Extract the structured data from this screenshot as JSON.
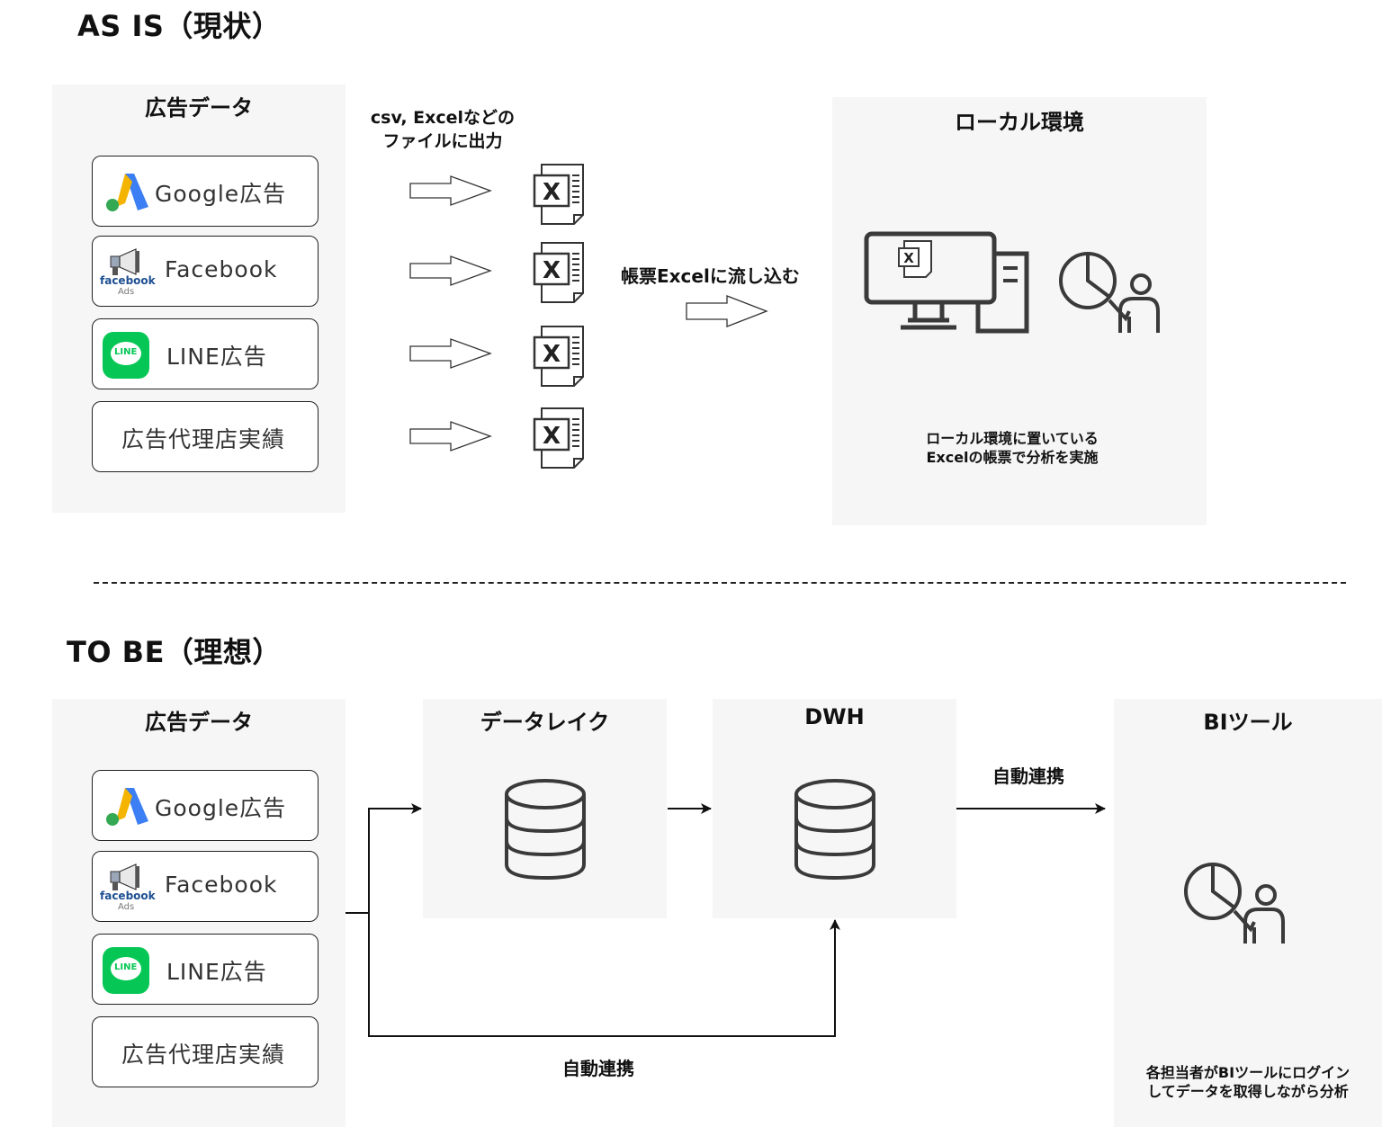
{
  "as_is": {
    "title": "AS IS（現状）",
    "ad_data_title": "広告データ",
    "sources": [
      {
        "label": "Google広告",
        "icon": "google-ads-icon"
      },
      {
        "label": "Facebook",
        "icon": "facebook-ads-icon",
        "icon_text": "facebook",
        "icon_sub": "Ads"
      },
      {
        "label": "LINE広告",
        "icon": "line-icon",
        "icon_text": "LINE"
      },
      {
        "label": "広告代理店実績"
      }
    ],
    "export_label_line1": "csv, Excelなどの",
    "export_label_line2": "ファイルに出力",
    "import_label": "帳票Excelに流し込む",
    "local_title": "ローカル環境",
    "local_note_line1": "ローカル環境に置いている",
    "local_note_line2": "Excelの帳票で分析を実施"
  },
  "to_be": {
    "title": "TO BE（理想）",
    "ad_data_title": "広告データ",
    "sources": [
      {
        "label": "Google広告",
        "icon": "google-ads-icon"
      },
      {
        "label": "Facebook",
        "icon": "facebook-ads-icon",
        "icon_text": "facebook",
        "icon_sub": "Ads"
      },
      {
        "label": "LINE広告",
        "icon": "line-icon",
        "icon_text": "LINE"
      },
      {
        "label": "広告代理店実績"
      }
    ],
    "datalake_title": "データレイク",
    "dwh_title": "DWH",
    "bi_title": "BIツール",
    "auto_link_top": "自動連携",
    "auto_link_bottom": "自動連携",
    "bi_note_line1": "各担当者がBIツールにログイン",
    "bi_note_line2": "してデータを取得しながら分析"
  },
  "colors": {
    "panel": "#f6f6f6",
    "google_blue": "#3c7ef3",
    "google_yellow": "#f5b400",
    "google_green": "#34a853",
    "line_green": "#06c755",
    "facebook_blue": "#1d4f91",
    "icon_gray": "#3a3a3a"
  }
}
